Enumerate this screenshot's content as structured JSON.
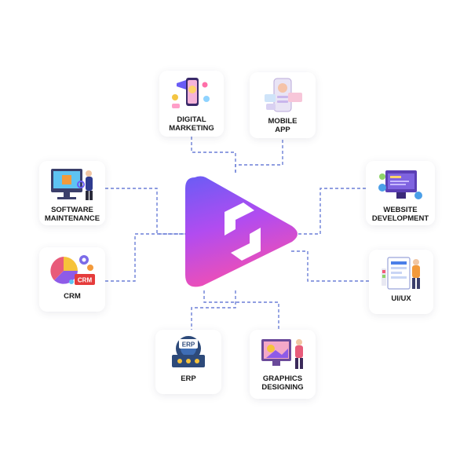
{
  "services": [
    {
      "key": "digital",
      "label": "DIGITAL\nMARKETING",
      "icon": "digital-marketing-icon"
    },
    {
      "key": "mobile",
      "label": "MOBILE\nAPP",
      "icon": "mobile-app-icon"
    },
    {
      "key": "software",
      "label": "SOFTWARE\nMAINTENANCE",
      "icon": "software-maintenance-icon"
    },
    {
      "key": "crm",
      "label": "CRM",
      "icon": "crm-icon"
    },
    {
      "key": "website",
      "label": "WEBSITE\nDEVELOPMENT",
      "icon": "website-development-icon"
    },
    {
      "key": "uiux",
      "label": "UI/UX",
      "icon": "ui-ux-icon"
    },
    {
      "key": "erp",
      "label": "ERP",
      "icon": "erp-icon"
    },
    {
      "key": "graphics",
      "label": "GRAPHICS\nDESIGNING",
      "icon": "graphics-designing-icon"
    }
  ],
  "erp_badge": "ERP",
  "crm_badge": "CRM",
  "colors": {
    "connector": "#6b7fd7",
    "logo_gradient_top": "#6a5cf5",
    "logo_gradient_mid": "#b14cf0",
    "logo_gradient_bottom": "#f04fb4"
  }
}
